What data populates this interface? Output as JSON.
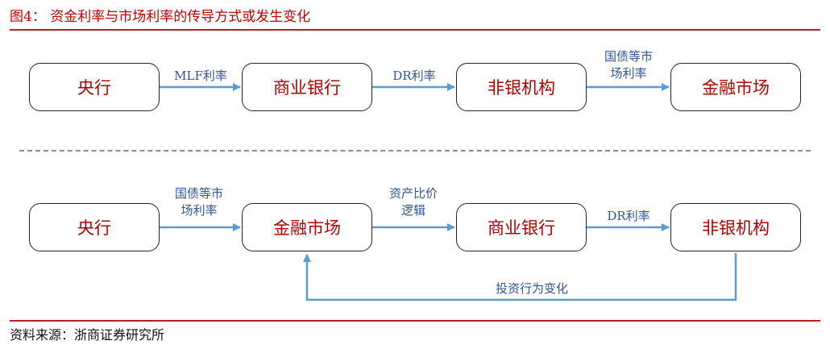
{
  "title": "图4：   资金利率与市场利率的传导方式或发生变化",
  "source": "资料来源：浙商证券研究所",
  "row1": {
    "nodes": [
      "央行",
      "商业银行",
      "非银机构",
      "金融市场"
    ],
    "edges": [
      "MLF利率",
      "DR利率",
      [
        "国债等市",
        "场利率"
      ]
    ]
  },
  "row2": {
    "nodes": [
      "央行",
      "金融市场",
      "商业银行",
      "非银机构"
    ],
    "edges": [
      [
        "国债等市",
        "场利率"
      ],
      [
        "资产比价",
        "逻辑"
      ],
      "DR利率"
    ],
    "feedback": "投资行为变化"
  },
  "colors": {
    "node_text": "#b00000",
    "edge_label": "#2f5597",
    "arrow": "#5b9bd5",
    "rule": "#b22222"
  }
}
